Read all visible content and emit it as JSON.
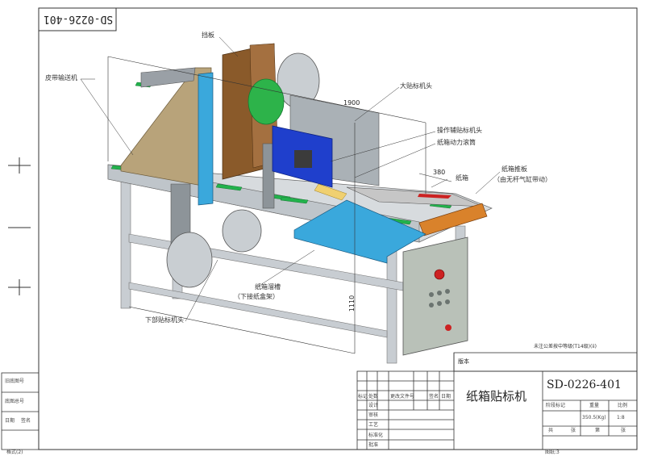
{
  "drawing": {
    "code_top_left": "SD-0226-401",
    "code_title_block": "SD-0226-401",
    "title": "纸箱贴标机",
    "small_note": "未注公差按中等级(T14级)(ii)",
    "version_label": "版本",
    "sheet_no": "图纸:3",
    "format": "格式(2)"
  },
  "labels": {
    "baffle": "挡板",
    "belt_support": "皮带输送机",
    "big_head": "大贴标机头",
    "op_head": "操作辅贴标机头",
    "drive": "纸箱动力滚筒",
    "box": "纸箱",
    "push_plate": "纸箱推板",
    "cylinder": "（由无杆气缸带动）",
    "chute": "纸箱溜槽",
    "chute_sub": "（下接纸盒架）",
    "bottom_head": "下部贴标机头"
  },
  "dimensions": {
    "length": "1900",
    "width": "380",
    "height": "1110"
  },
  "title_block": {
    "row_labels": [
      "设计",
      "审核",
      "工艺"
    ],
    "bottom_labels": [
      "标准化",
      "批准"
    ],
    "header": [
      "标记",
      "处数",
      "更改文件号",
      "签名",
      "日期"
    ],
    "right_header": [
      "阶段标记",
      "重量",
      "比例"
    ],
    "weight": "350.5(Kg)",
    "scale": "1:8",
    "sheet_row": [
      "共",
      "张",
      "第",
      "张"
    ],
    "left_side": [
      "旧底图号",
      "底图总号",
      "日期",
      "签名"
    ]
  },
  "colors": {
    "frame": "#c8cdd2",
    "green": "#22b24c",
    "blue_conveyor": "#3aa8dc",
    "blue_head": "#1f3fcc",
    "tan_panel": "#b8a37a",
    "brown": "#8a5a2a",
    "orange": "#d9822b",
    "cabinet": "#b9c1b8",
    "red_button": "#cc2222"
  }
}
